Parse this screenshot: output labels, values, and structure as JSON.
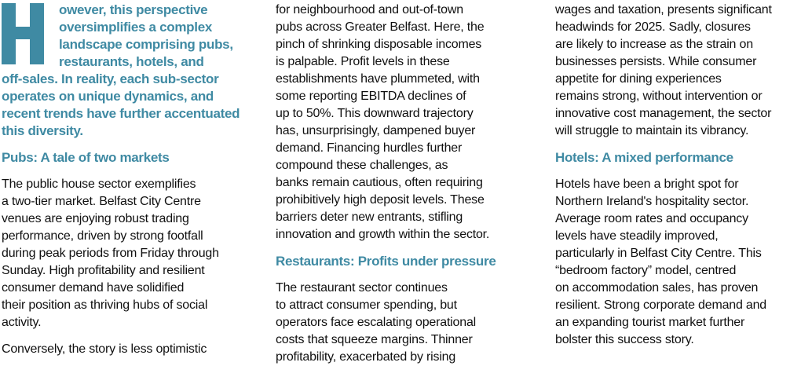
{
  "page": {
    "accent_color": "#3f8aa3",
    "text_color": "#101010",
    "background_color": "#ffffff"
  },
  "article": {
    "drop_cap": "H",
    "columns": [
      {
        "blocks": [
          {
            "type": "intro",
            "lines": [
              "owever, this perspective",
              "oversimplifies a complex",
              "landscape comprising pubs,",
              "restaurants, hotels, and",
              "off-sales. In reality, each sub-sector",
              "operates on unique dynamics, and",
              "recent trends have further accentuated",
              "this diversity."
            ]
          },
          {
            "type": "heading",
            "text": "Pubs: A tale of two markets"
          },
          {
            "type": "paragraph",
            "lines": [
              "The public house sector exemplifies",
              "a two-tier market. Belfast City Centre",
              "venues are enjoying robust trading",
              "performance, driven by strong footfall",
              "during peak periods from Friday through",
              "Sunday. High profitability and resilient",
              "consumer demand have solidified",
              "their position as thriving hubs of social",
              "activity."
            ]
          },
          {
            "type": "paragraph",
            "lines": [
              "Conversely, the story is less optimistic"
            ]
          }
        ]
      },
      {
        "blocks": [
          {
            "type": "paragraph",
            "lines": [
              "for neighbourhood and out-of-town",
              "pubs across Greater Belfast. Here, the",
              "pinch of shrinking disposable incomes",
              "is palpable. Profit levels in these",
              "establishments have plummeted, with",
              "some reporting EBITDA declines of",
              "up to 50%. This downward trajectory",
              "has, unsurprisingly, dampened buyer",
              "demand. Financing hurdles further",
              "compound these challenges, as",
              "banks remain cautious, often requiring",
              "prohibitively high deposit levels. These",
              "barriers deter new entrants, stifling",
              "innovation and growth within the sector."
            ]
          },
          {
            "type": "heading",
            "text": "Restaurants: Profits under pressure"
          },
          {
            "type": "paragraph",
            "lines": [
              "The restaurant sector continues",
              "to attract consumer spending, but",
              "operators face escalating operational",
              "costs that squeeze margins. Thinner",
              "profitability, exacerbated by rising"
            ]
          }
        ]
      },
      {
        "blocks": [
          {
            "type": "paragraph",
            "lines": [
              "wages and taxation, presents significant",
              "headwinds for 2025. Sadly, closures",
              "are likely to increase as the strain on",
              "businesses persists. While consumer",
              "appetite for dining experiences",
              "remains strong, without intervention or",
              "innovative cost management, the sector",
              "will struggle to maintain its vibrancy."
            ]
          },
          {
            "type": "heading",
            "text": "Hotels: A mixed performance"
          },
          {
            "type": "paragraph",
            "lines": [
              "Hotels have been a bright spot for",
              "Northern Ireland's hospitality sector.",
              "Average room rates and occupancy",
              "levels have steadily improved,",
              "particularly in Belfast City Centre. This",
              "“bedroom factory” model, centred",
              "on accommodation sales, has proven",
              "resilient. Strong corporate demand and",
              "an expanding tourist market further",
              "bolster this success story."
            ]
          }
        ]
      }
    ]
  }
}
